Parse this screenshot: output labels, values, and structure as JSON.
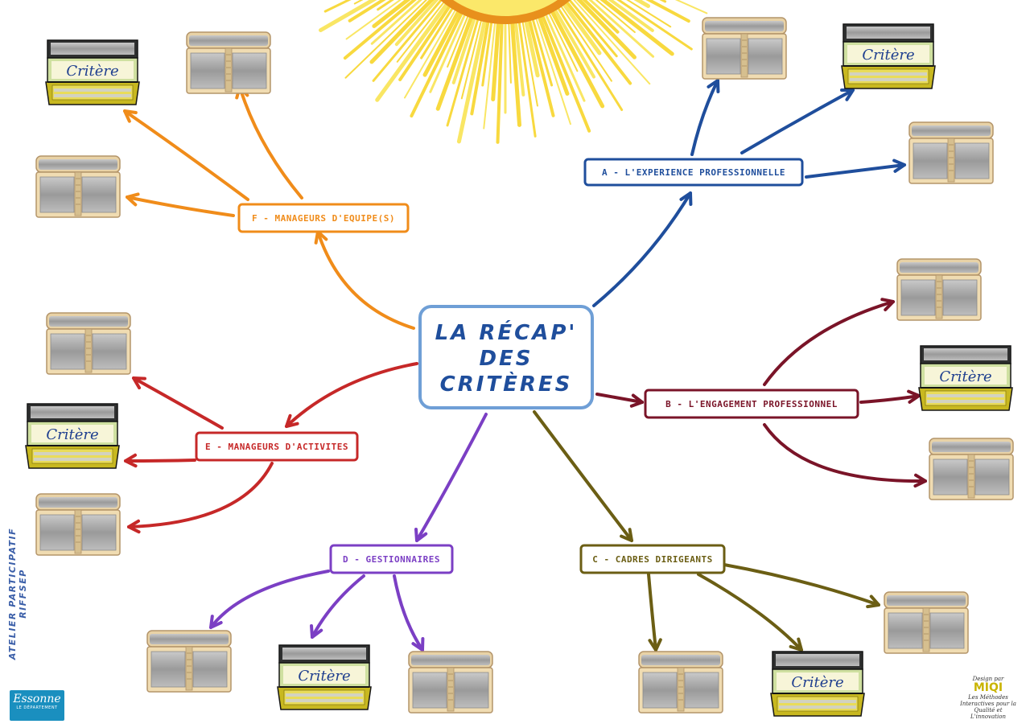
{
  "center": {
    "lines": [
      "LA RÉCAP'",
      "DES",
      "CRITÈRES"
    ]
  },
  "chest_label": "Critère",
  "branches": {
    "A": {
      "label": "A - L'EXPERIENCE PROFESSIONNELLE",
      "color": "#1f4e9c"
    },
    "B": {
      "label": "B - L'ENGAGEMENT PROFESSIONNEL",
      "color": "#7a1428"
    },
    "C": {
      "label": "C - CADRES DIRIGEANTS",
      "color": "#6b5e14"
    },
    "D": {
      "label": "D - GESTIONNAIRES",
      "color": "#7b3fc4"
    },
    "E": {
      "label": "E - MANAGEURS D'ACTIVITES",
      "color": "#c62828"
    },
    "F": {
      "label": "F - MANAGEURS D'EQUIPE(S)",
      "color": "#f08c1a"
    }
  },
  "colors": {
    "center_border": "#6f9fd6",
    "center_text": "#1f4e9c",
    "sun": "#f7d31e"
  },
  "side_text": "ATELIER PARTICIPATIF RIFFSEP",
  "logo": {
    "text": "Essonne",
    "subtitle": "LE DÉPARTEMENT",
    "color": "#1a8fbf"
  },
  "credit": {
    "lines": [
      "Design par",
      "MIQI",
      "Les Méthodes",
      "Interactives pour la",
      "Qualité et L'innovation"
    ]
  }
}
